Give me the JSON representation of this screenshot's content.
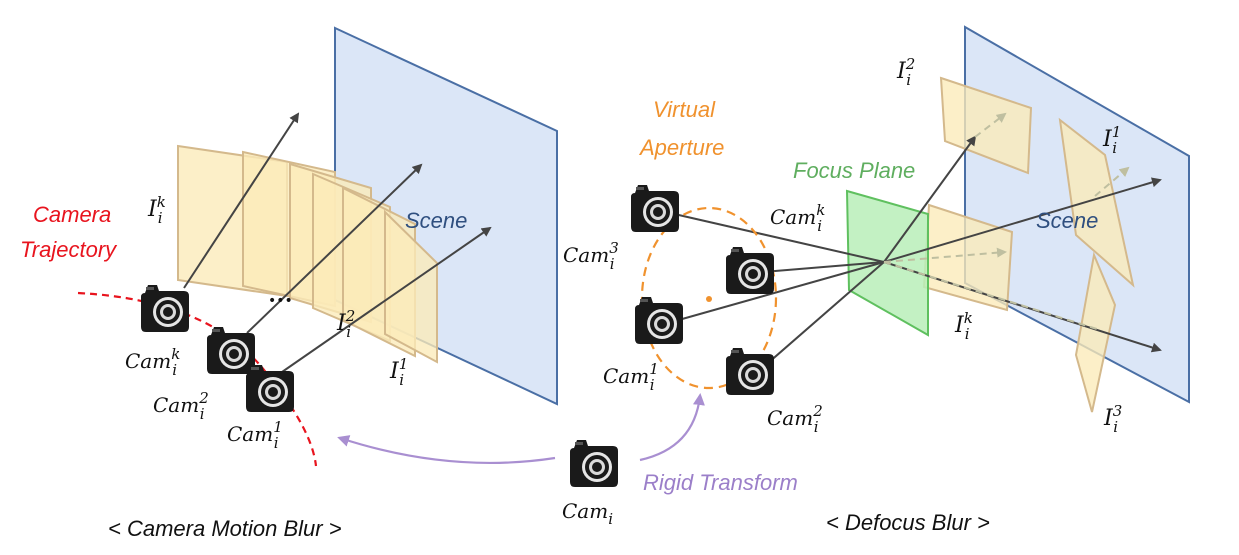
{
  "labels": {
    "camera_trajectory_line1": "Camera",
    "camera_trajectory_line2": "Trajectory",
    "scene_left": "Scene",
    "scene_right": "Scene",
    "virtual_aperture_line1": "Virtual",
    "virtual_aperture_line2": "Aperture",
    "focus_plane": "Focus Plane",
    "rigid_transform": "Rigid Transform",
    "ellipsis": "•••"
  },
  "math": {
    "base": "I",
    "cam_base": "Cam",
    "sub_i": "i",
    "sup_1": "1",
    "sup_2": "2",
    "sup_3": "3",
    "sup_k": "k"
  },
  "captions": {
    "left": "< Camera Motion Blur >",
    "right": "< Defocus Blur >"
  },
  "colors": {
    "scene_fill": "#dbe6f7",
    "scene_stroke": "#4a6fa5",
    "image_fill": "#fbeab8",
    "image_stroke": "#d4b98c",
    "focus_fill": "#b9efb9",
    "focus_stroke": "#5fc05f",
    "trajectory": "#e8141e",
    "aperture": "#f0922e",
    "rigid": "#a98fd1",
    "camera_trajectory_text": "#e8141e",
    "scene_text": "#2f4f7f",
    "virtual_aperture_text": "#f0922e",
    "focus_plane_text": "#5fae5f",
    "rigid_transform_text": "#9b7fc9"
  },
  "icons": [
    "camera-icon"
  ]
}
